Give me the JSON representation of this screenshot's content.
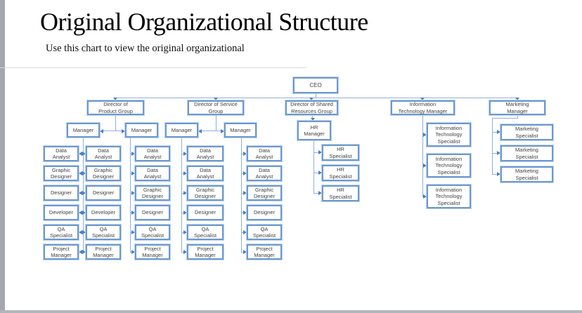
{
  "page": {
    "title": "Original Organizational Structure",
    "subtitle": "Use this chart to view the original organizational"
  },
  "org": {
    "ceo": {
      "label": "CEO"
    },
    "directors": [
      {
        "label": "Director of\nProduct Group"
      },
      {
        "label": "Director of Service\nGroup"
      },
      {
        "label": "Director of Shared\nResources Group"
      },
      {
        "label": "Information\nTechnology Manager"
      },
      {
        "label": "Marketing\nManager"
      }
    ],
    "managers": [
      {
        "label": "Manager"
      },
      {
        "label": "Manager"
      },
      {
        "label": "Manager"
      },
      {
        "label": "Manager"
      },
      {
        "label": "HR\nManager"
      }
    ],
    "teams": [
      {
        "name": "product-team-1",
        "members": [
          "Data\nAnalyst",
          "Graphic\nDesigner",
          "Designer",
          "Developer",
          "QA\nSpecialist",
          "Project\nManager"
        ]
      },
      {
        "name": "product-team-2",
        "members": [
          "Data\nAnalyst",
          "Graphic\nDesigner",
          "Designer",
          "Developer",
          "QA\nSpecialist",
          "Project\nManager"
        ]
      },
      {
        "name": "service-team-1",
        "members": [
          "Data\nAnalyst",
          "Data\nAnalyst",
          "Graphic\nDesigner",
          "Designer",
          "QA\nSpecialist",
          "Project\nManager"
        ]
      },
      {
        "name": "service-team-2",
        "members": [
          "Data\nAnalyst",
          "Data\nAnalyst",
          "Graphic\nDesigner",
          "Designer",
          "QA\nSpecialist",
          "Project\nManager"
        ]
      },
      {
        "name": "service-team-3",
        "members": [
          "Data\nAnalyst",
          "Data\nAnalyst",
          "Graphic\nDesigner",
          "Designer",
          "QA\nSpecialist",
          "Project\nManager"
        ]
      },
      {
        "name": "hr-team",
        "members": [
          "HR\nSpecialist",
          "HR\nSpecialist",
          "HR\nSpecialist"
        ]
      },
      {
        "name": "it-team",
        "members": [
          "Information\nTechnology\nSpecialist",
          "Information\nTechnology\nSpecialist",
          "Information\nTechnology\nSpecialist"
        ]
      },
      {
        "name": "marketing-team",
        "members": [
          "Marketing\nSpecialist",
          "Marketing\nSpecialist",
          "Marketing\nSpecialist"
        ]
      }
    ]
  },
  "colors": {
    "box_border": "#6b99cf",
    "box_text": "#3f3f3f",
    "connector": "#8fafdd",
    "arrow": "#4f7fbe",
    "left_gutter": "#a4a7b0"
  }
}
